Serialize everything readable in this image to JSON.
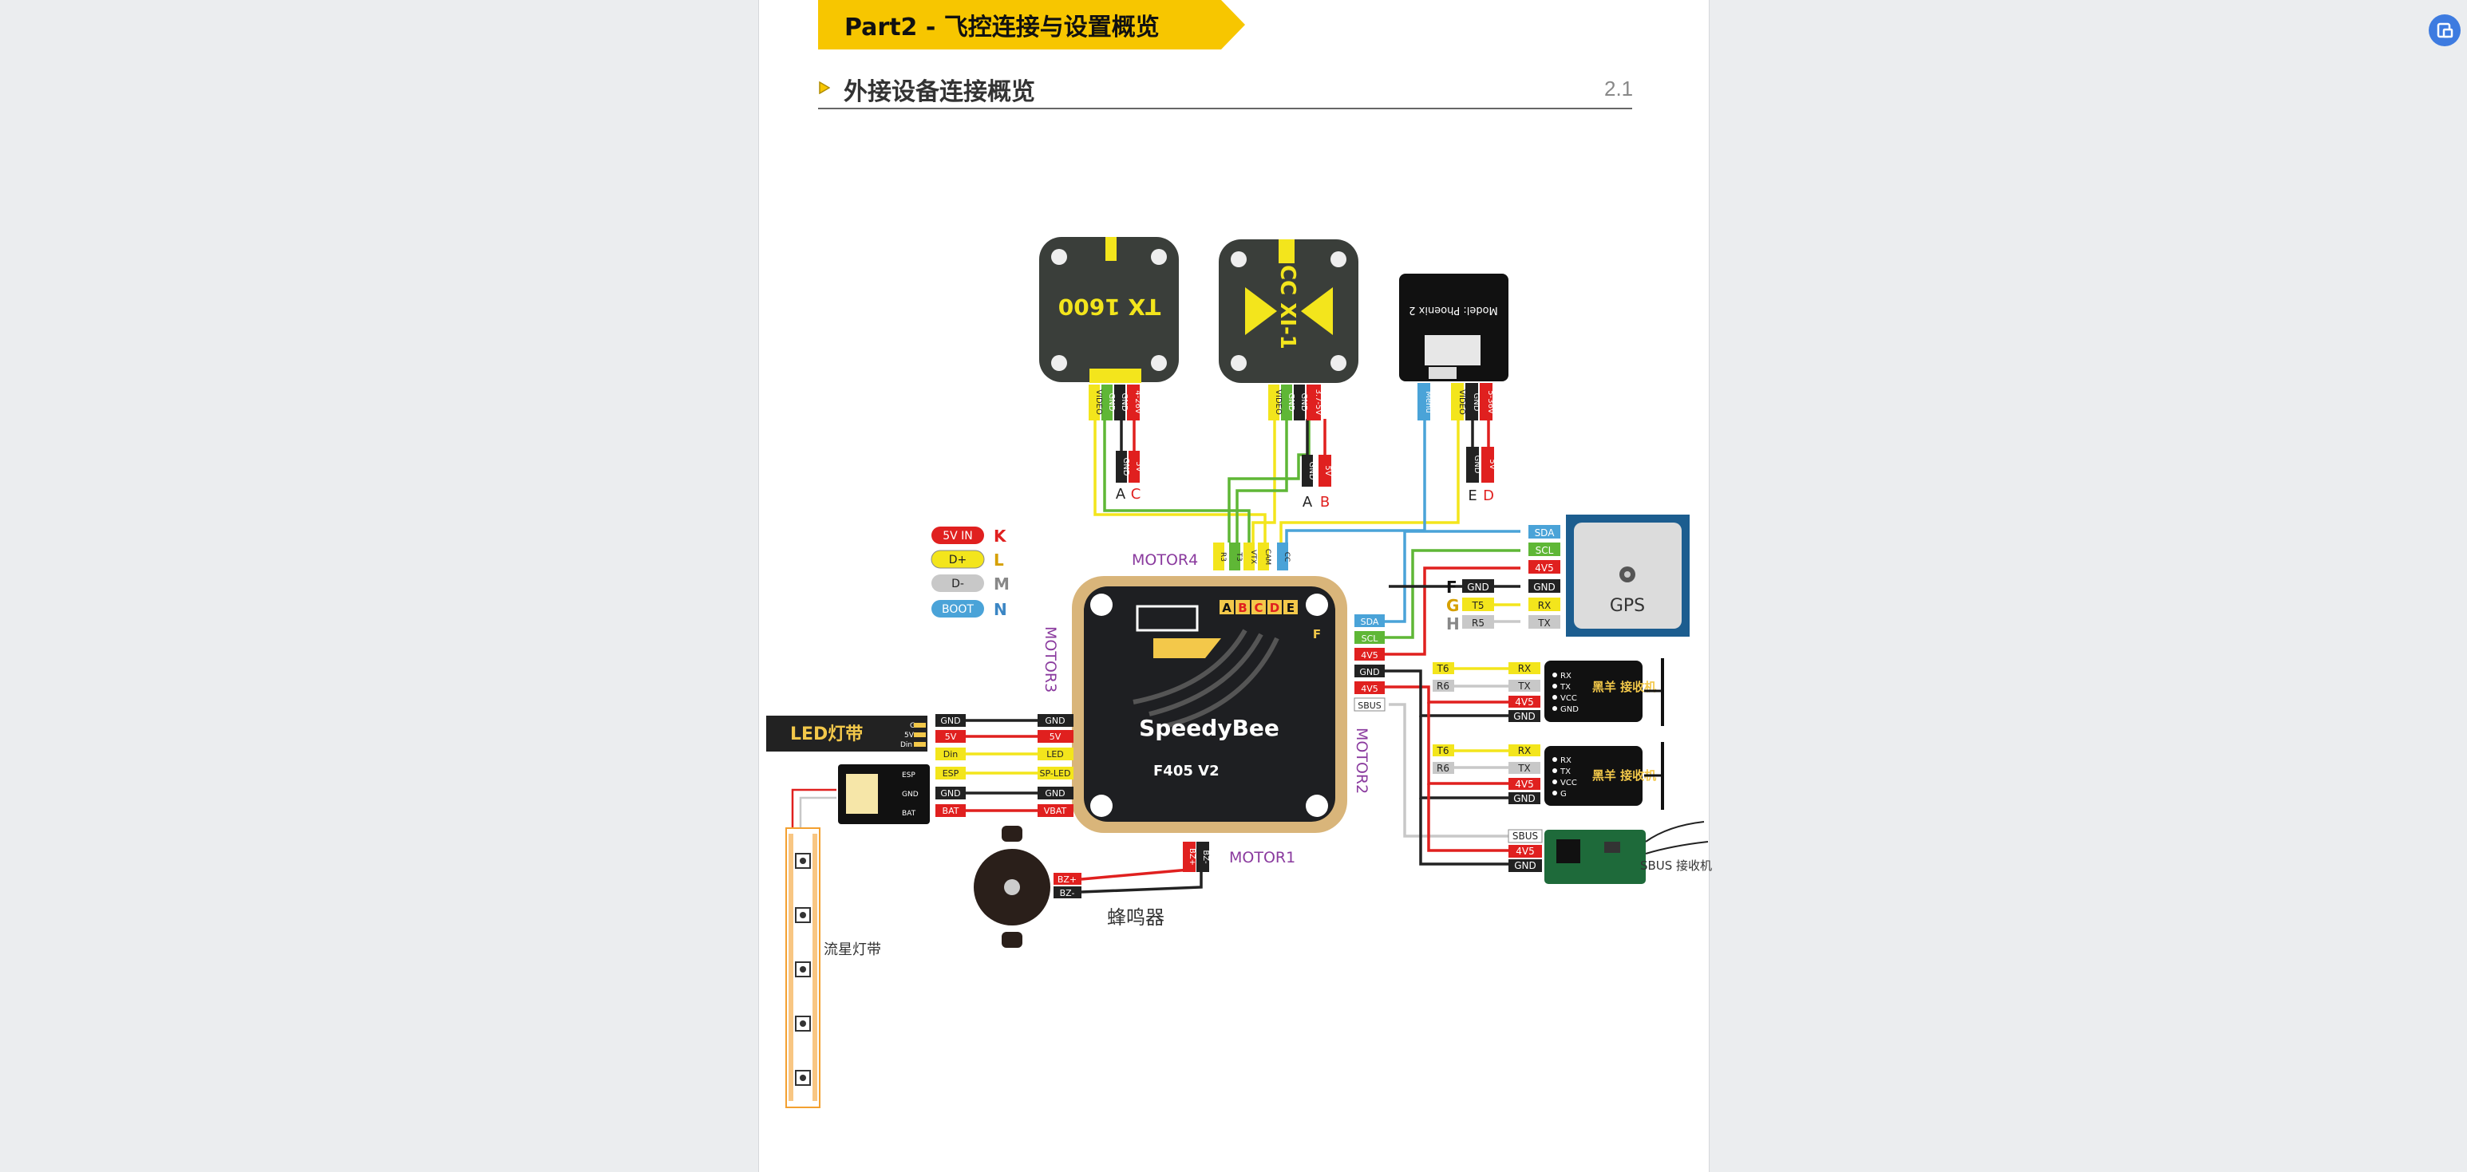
{
  "header": {
    "banner_title": "Part2 - 飞控连接与设置概览",
    "section_title": "外接设备连接概览",
    "section_number": "2.1"
  },
  "legend": [
    {
      "pad": "5V IN",
      "letter": "K",
      "color": "#e0201f"
    },
    {
      "pad": "D+",
      "letter": "L",
      "color": "#f3e51c"
    },
    {
      "pad": "D-",
      "letter": "M",
      "color": "#c8c8c8"
    },
    {
      "pad": "BOOT",
      "letter": "N",
      "color": "#4aa3d8"
    }
  ],
  "vtx_tx1600": {
    "board_text": "TX 1600",
    "pins": [
      "VIDEO",
      "GND",
      "GND",
      "4-26V"
    ],
    "lead_pins": [
      "GND",
      "5V"
    ],
    "letters": [
      "A",
      "C"
    ]
  },
  "vtx_cc": {
    "board_text": "CC XI-1",
    "pins": [
      "VIDEO",
      "GND",
      "GND",
      "3.7-5V"
    ],
    "lead_pins": [
      "GND",
      "5V"
    ],
    "letters": [
      "A",
      "B"
    ]
  },
  "camera_phoenix": {
    "board_text": "Model: Phoenix 2",
    "pins": [
      "Menu",
      "VIDEO",
      "GND",
      "5-36V"
    ],
    "lead_pins": [
      "GND",
      "5V"
    ],
    "letters": [
      "E",
      "D"
    ]
  },
  "fc": {
    "brand": "SpeedyBee",
    "model": "F405 V2",
    "top_pads": [
      "R3",
      "T3",
      "VTX",
      "CAM",
      "CC"
    ],
    "letter_pads": [
      "A",
      "B",
      "C",
      "D",
      "E"
    ],
    "side_letter": "F",
    "motors": [
      "MOTOR4",
      "MOTOR3",
      "MOTOR2",
      "MOTOR1"
    ]
  },
  "gps": {
    "label": "GPS",
    "pins": [
      "SDA",
      "SCL",
      "4V5",
      "GND",
      "RX",
      "TX"
    ],
    "fc_pins": [
      "SDA",
      "SCL",
      "4V5",
      "GND",
      "4V5",
      "SBUS"
    ],
    "letters": [
      "F",
      "G",
      "H"
    ],
    "fc_pads": [
      "GND",
      "T5",
      "R5"
    ]
  },
  "receiver_1": {
    "label": "黑羊 接收机",
    "fc_pads": [
      "T6",
      "R6"
    ],
    "pins": [
      "RX",
      "TX",
      "4V5",
      "GND"
    ],
    "module_pins": [
      "RX",
      "TX",
      "VCC",
      "GND"
    ]
  },
  "receiver_2": {
    "label": "黑羊 接收机",
    "fc_pads": [
      "T6",
      "R6"
    ],
    "pins": [
      "RX",
      "TX",
      "4V5",
      "GND"
    ],
    "module_pins": [
      "RX",
      "TX",
      "VCC",
      "G"
    ]
  },
  "sbus_receiver": {
    "label": "SBUS 接收机",
    "pins": [
      "SBUS",
      "4V5",
      "GND"
    ]
  },
  "led_strip": {
    "label": "LED灯带",
    "strip_pins": [
      "G",
      "5V",
      "Din"
    ],
    "wires": [
      {
        "left": "GND",
        "right": "GND",
        "color": "#222222"
      },
      {
        "left": "5V",
        "right": "5V",
        "color": "#e0201f"
      },
      {
        "left": "Din",
        "right": "LED",
        "color": "#f3e51c"
      },
      {
        "left": "ESP",
        "right": "SP-LED",
        "color": "#f3e51c"
      },
      {
        "left": "GND",
        "right": "GND",
        "color": "#222222"
      },
      {
        "left": "BAT",
        "right": "VBAT",
        "color": "#e0201f"
      }
    ],
    "module_pins": [
      "ESP",
      "GND",
      "BAT"
    ]
  },
  "meteor_strip": {
    "label": "流星灯带"
  },
  "buzzer": {
    "label": "蜂鸣器",
    "pins": [
      "BZ+",
      "BZ-"
    ],
    "fc_pins": [
      "BZ+",
      "BZ-"
    ]
  },
  "colors": {
    "banner": "#f7c600",
    "red": "#e0201f",
    "yellow": "#f3e51c",
    "green": "#5fb736",
    "black": "#222222",
    "blue": "#4aa3d8",
    "purple": "#8a3a9e",
    "gray": "#c8c8c8"
  }
}
